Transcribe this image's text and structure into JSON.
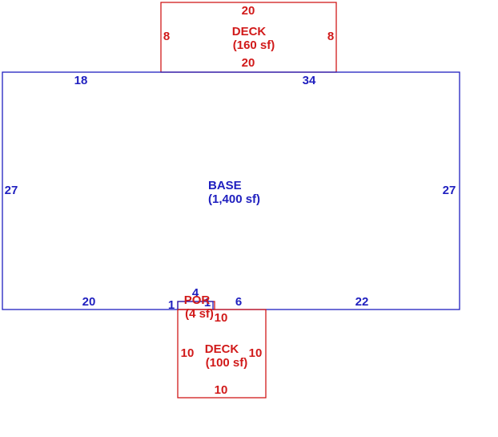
{
  "areas": {
    "deck_top": {
      "name": "DECK",
      "area": "(160 sf)",
      "dims": {
        "top": "20",
        "bottom": "20",
        "left": "8",
        "right": "8"
      }
    },
    "base": {
      "name": "BASE",
      "area": "(1,400 sf)",
      "dims": {
        "top_left": "18",
        "top_right": "34",
        "left": "27",
        "right": "27",
        "bottom_left": "20",
        "bottom_mid": "6",
        "bottom_right": "22",
        "notch_left": "1",
        "notch_top": "4",
        "notch_right": "1"
      }
    },
    "porch": {
      "name": "POR",
      "area": "(4 sf)"
    },
    "deck_bottom": {
      "name": "DECK",
      "area": "(100 sf)",
      "dims": {
        "top": "10",
        "bottom": "10",
        "left": "10",
        "right": "10"
      }
    }
  },
  "colors": {
    "base": "#1f1fbf",
    "addition": "#d11a1a"
  }
}
